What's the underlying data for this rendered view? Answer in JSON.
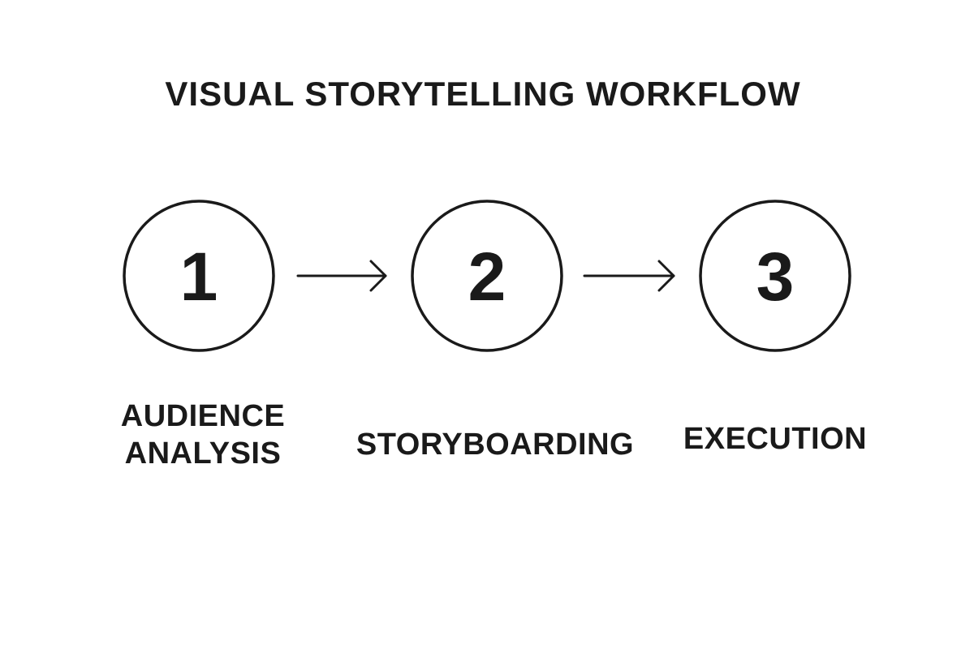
{
  "title": "VISUAL STORYTELLING WORKFLOW",
  "steps": [
    {
      "number": "1",
      "label_lines": [
        "AUDIENCE",
        "ANALYSIS"
      ]
    },
    {
      "number": "2",
      "label_lines": [
        "STORYBOARDING"
      ]
    },
    {
      "number": "3",
      "label_lines": [
        "EXECUTION"
      ]
    }
  ],
  "colors": {
    "ink": "#1a1a1a",
    "background": "#ffffff"
  }
}
